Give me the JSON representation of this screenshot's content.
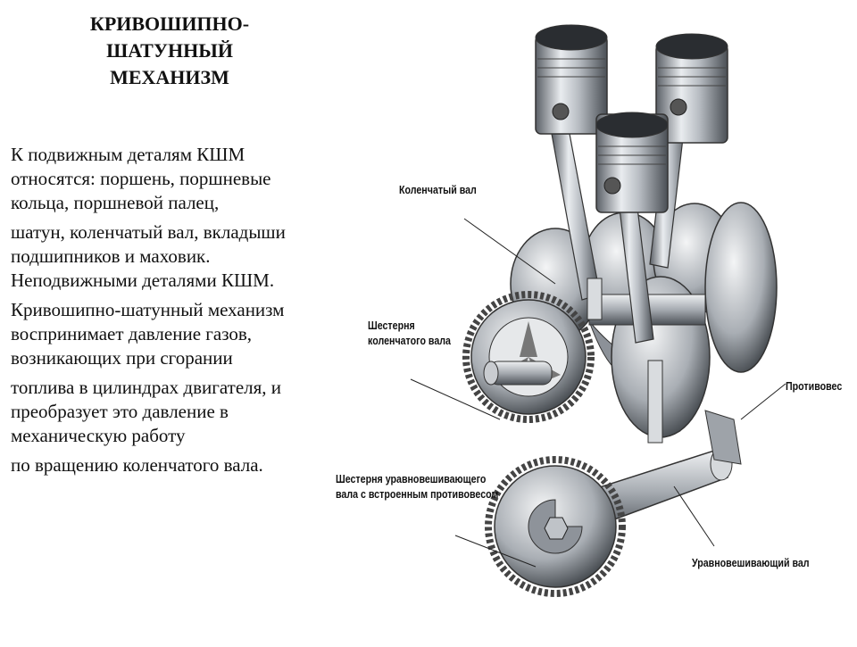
{
  "title": {
    "line1": "КРИВОШИПНО-",
    "line2": "ШАТУННЫЙ",
    "line3": "МЕХАНИЗМ"
  },
  "paragraphs": [
    "К подвижным деталям КШМ относятся: поршень, поршневые кольца, поршневой палец,",
    "шатун, коленчатый вал, вкладыши подшипников и маховик. Неподвижными деталями КШМ.",
    "Кривошипно-шатунный механизм воспринимает давление газов, возникающих при сгорании",
    "топлива в цилиндрах двигателя, и преобразует это давление в механическую работу",
    "по вращению коленчатого вала."
  ],
  "figure": {
    "labels": {
      "crankshaft": "Коленчатый вал",
      "crank_gear_1": "Шестерня",
      "crank_gear_2": "коленчатого вала",
      "counterweight": "Противовес",
      "balance_gear_1": "Шестерня уравновешивающего",
      "balance_gear_2": "вала с встроенным противовесом",
      "balance_shaft": "Уравновешивающий вал"
    }
  }
}
